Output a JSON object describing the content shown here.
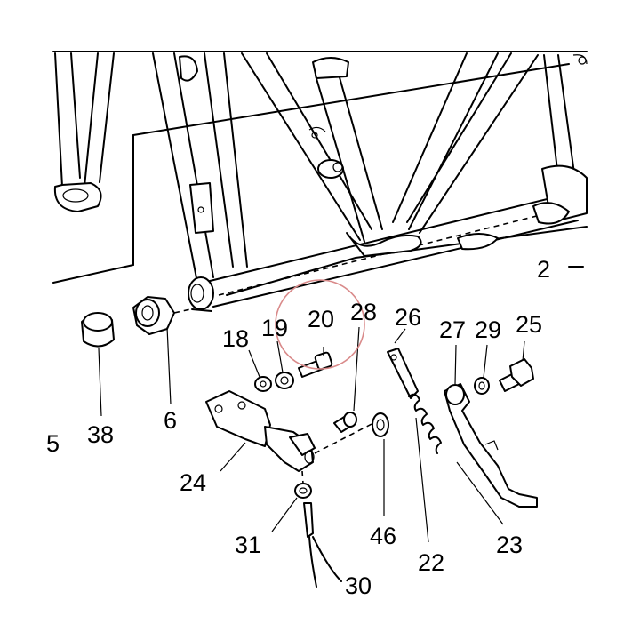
{
  "labels": {
    "l2": "2",
    "l6": "6",
    "l18": "18",
    "l19": "19",
    "l20": "20",
    "l22": "22",
    "l23": "23",
    "l24": "24",
    "l25": "25",
    "l26": "26",
    "l27": "27",
    "l28": "28",
    "l29": "29",
    "l31": "31",
    "l38": "38",
    "l46": "46",
    "l30_partial": "30",
    "l5_partial": "5"
  },
  "highlight": {
    "color": "#d98a8a",
    "target": "20"
  }
}
